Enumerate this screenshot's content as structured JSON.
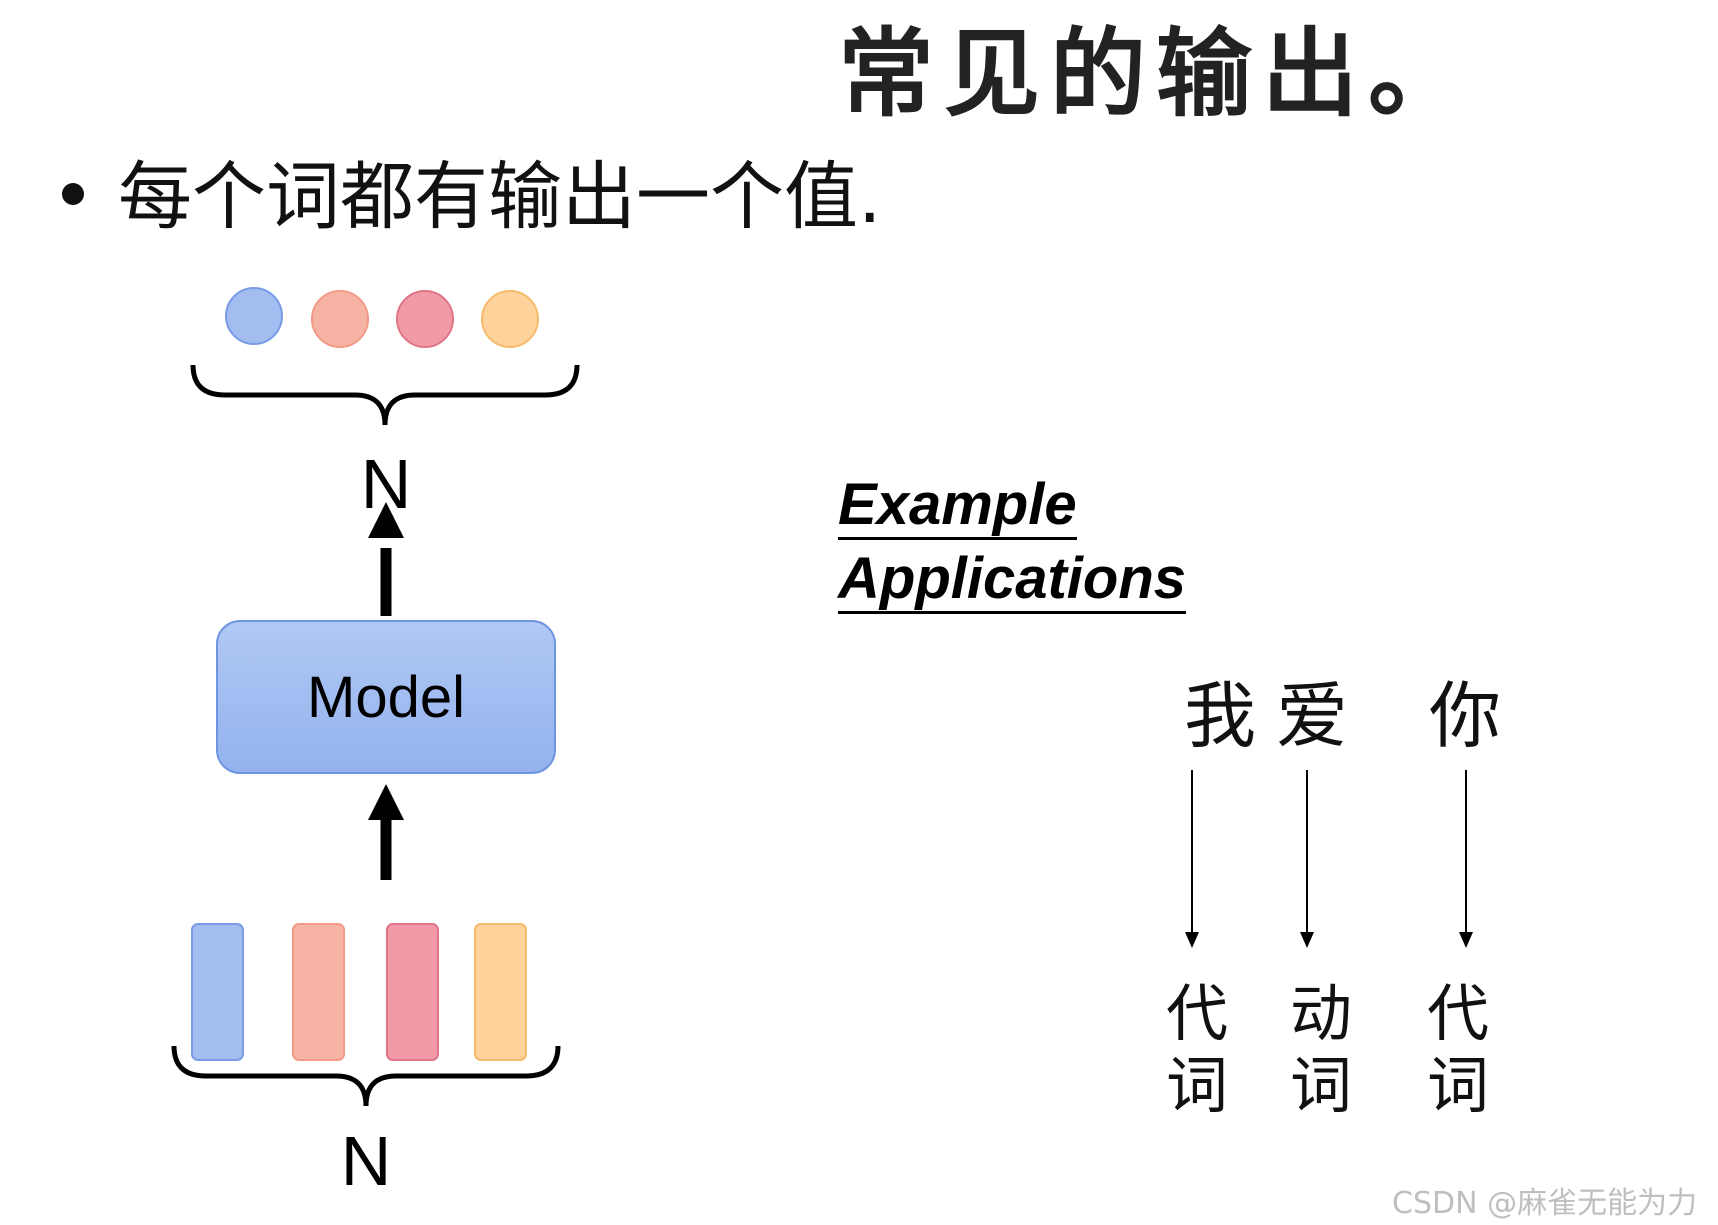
{
  "title": "常见的输出。",
  "bullet": "每个词都有输出一个值.",
  "example": {
    "line1": "Example",
    "line2": "Applications"
  },
  "model_label": "Model",
  "n_top": "N",
  "n_bottom": "N",
  "output_circles": [
    {
      "fill": "#a3bdf0",
      "stroke": "#7a9ce6"
    },
    {
      "fill": "#f7b4a4",
      "stroke": "#f19a87"
    },
    {
      "fill": "#f29aa8",
      "stroke": "#e07588"
    },
    {
      "fill": "#fdd39b",
      "stroke": "#f6bb6a"
    }
  ],
  "input_bars": [
    {
      "fill": "#a3bdf0",
      "stroke": "#7a9ce6"
    },
    {
      "fill": "#f7b4a4",
      "stroke": "#f19a87"
    },
    {
      "fill": "#f29aa8",
      "stroke": "#e07588"
    },
    {
      "fill": "#fdd39b",
      "stroke": "#f6bb6a"
    }
  ],
  "words": [
    "我",
    "爱",
    "你"
  ],
  "tags": [
    "代\n词",
    "动\n词",
    "代\n词"
  ],
  "watermark": "CSDN @麻雀无能为力"
}
